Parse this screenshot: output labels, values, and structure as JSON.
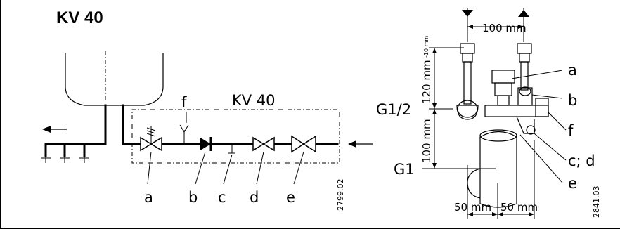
{
  "title": "KV 40",
  "schematic": {
    "box_label": "KV 40",
    "labels": {
      "a": "a",
      "b": "b",
      "c": "c",
      "d": "d",
      "e": "e",
      "f": "f"
    },
    "drawing_number": "2799.02"
  },
  "detail": {
    "dim_top": "100 mm",
    "dim_120": "120 mm",
    "dim_minus10": "-10 mm",
    "dim_100_vertical": "100 mm",
    "dim_50_left": "50 mm",
    "dim_50_right": "50 mm",
    "g_half": "G1/2",
    "g_one": "G1",
    "labels": {
      "a": "a",
      "b": "b",
      "f": "f",
      "cd": "c; d",
      "e": "e"
    },
    "drawing_number": "2841.03"
  }
}
